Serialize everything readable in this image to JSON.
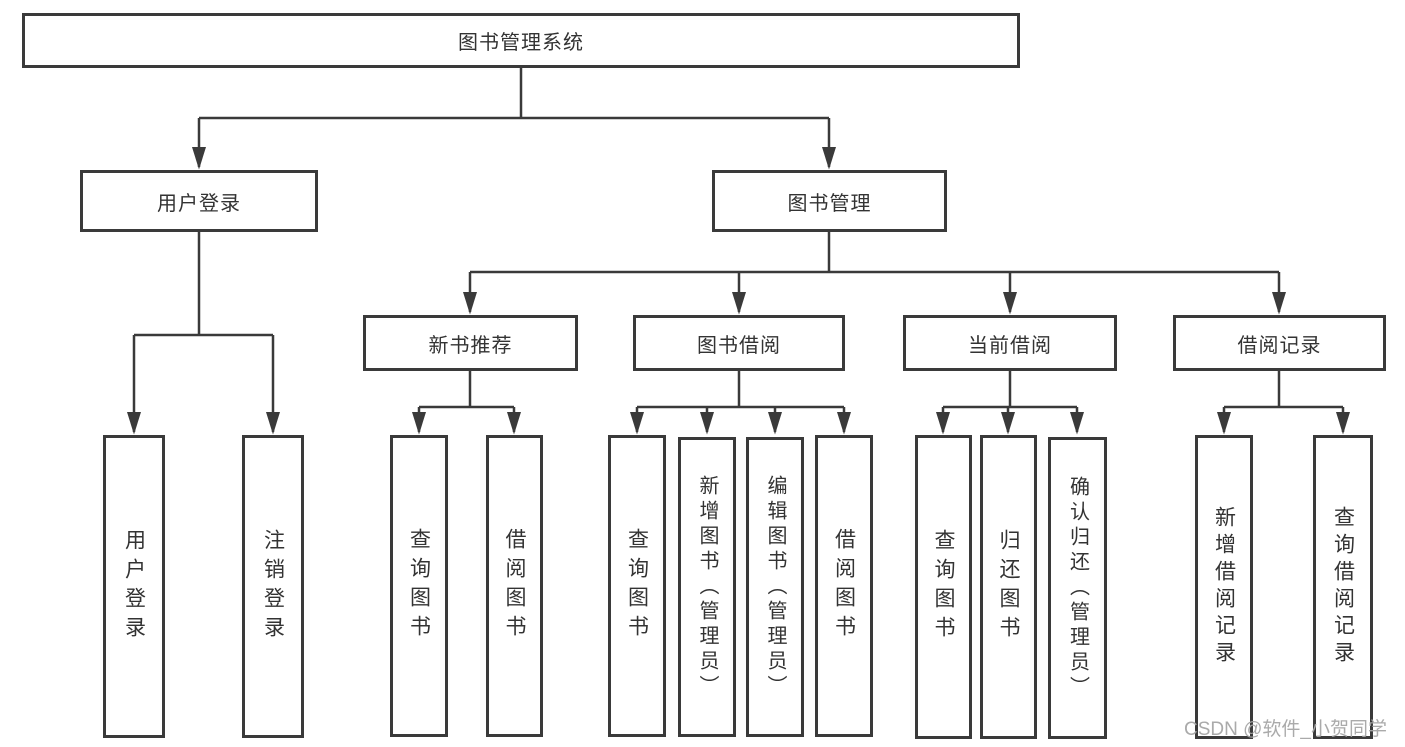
{
  "meta": {
    "line_color": "#3a3a3a",
    "text_color": "#333333",
    "box_background": "#ffffff",
    "watermark_color": "#a5a5a5"
  },
  "watermark": "CSDN @软件_小贺同学",
  "nodes": {
    "root": {
      "label": "图书管理系统"
    },
    "user_login": {
      "label": "用户登录"
    },
    "book_mgmt": {
      "label": "图书管理"
    },
    "new_book_rec": {
      "label": "新书推荐"
    },
    "book_borrow": {
      "label": "图书借阅"
    },
    "current_borrow": {
      "label": "当前借阅"
    },
    "borrow_records": {
      "label": "借阅记录"
    },
    "leaf_user_login": {
      "label": "用户登录"
    },
    "leaf_logout": {
      "label": "注销登录"
    },
    "rec_query_books": {
      "label": "查询图书"
    },
    "rec_borrow_books": {
      "label": "借阅图书"
    },
    "bb_query_books": {
      "label": "查询图书"
    },
    "bb_add_books": {
      "label": "新增图书（管理员）"
    },
    "bb_edit_books": {
      "label": "编辑图书（管理员）"
    },
    "bb_borrow_books": {
      "label": "借阅图书"
    },
    "cb_query_books": {
      "label": "查询图书"
    },
    "cb_return_books": {
      "label": "归还图书"
    },
    "cb_confirm_return": {
      "label": "确认归还（管理员）"
    },
    "br_add_record": {
      "label": "新增借阅记录"
    },
    "br_query_record": {
      "label": "查询借阅记录"
    }
  }
}
